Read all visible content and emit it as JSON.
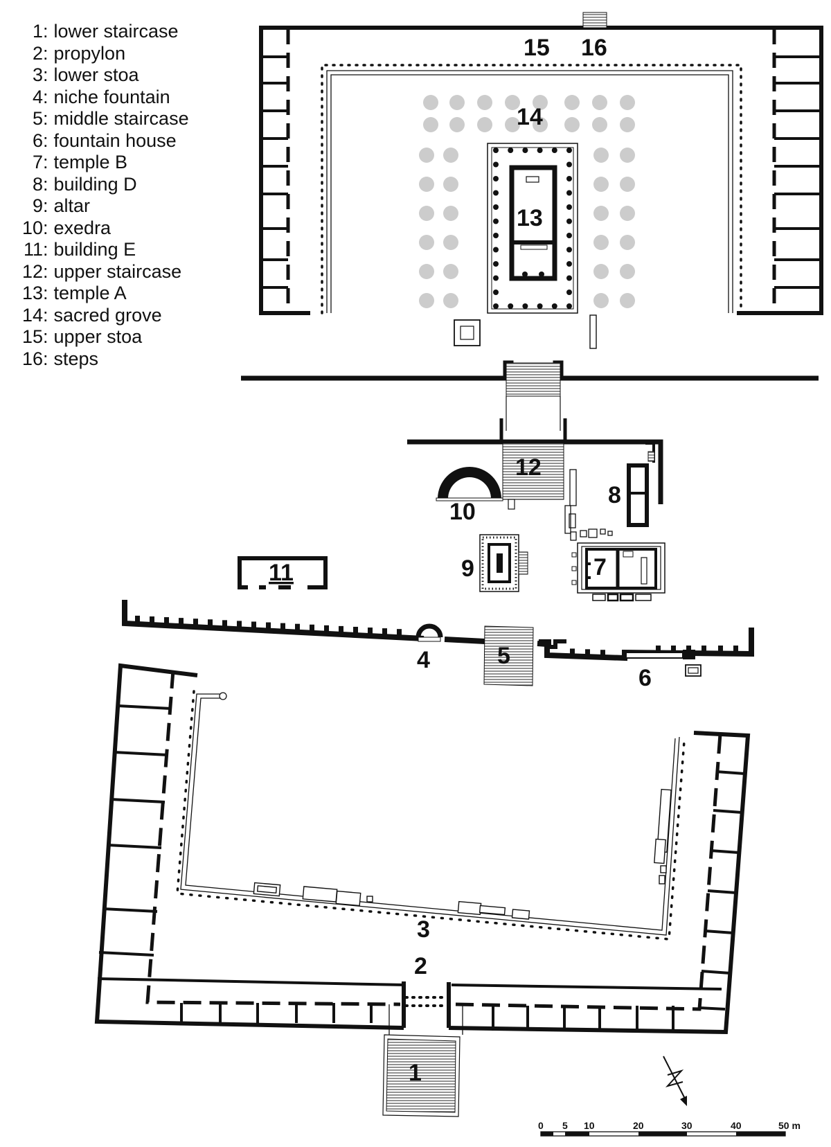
{
  "legend": [
    {
      "num": "1",
      "label": "lower staircase"
    },
    {
      "num": "2",
      "label": "propylon"
    },
    {
      "num": "3",
      "label": "lower stoa"
    },
    {
      "num": "4",
      "label": "niche fountain"
    },
    {
      "num": "5",
      "label": "middle staircase"
    },
    {
      "num": "6",
      "label": "fountain house"
    },
    {
      "num": "7",
      "label": "temple B"
    },
    {
      "num": "8",
      "label": "building D"
    },
    {
      "num": "9",
      "label": "altar"
    },
    {
      "num": "10",
      "label": "exedra"
    },
    {
      "num": "11",
      "label": "building E"
    },
    {
      "num": "12",
      "label": "upper staircase"
    },
    {
      "num": "13",
      "label": "temple A"
    },
    {
      "num": "14",
      "label": "sacred grove"
    },
    {
      "num": "15",
      "label": "upper stoa"
    },
    {
      "num": "16",
      "label": "steps"
    }
  ],
  "plan_labels": {
    "l1": "1",
    "l2": "2",
    "l3": "3",
    "l4": "4",
    "l5": "5",
    "l6": "6",
    "l7": "7",
    "l8": "8",
    "l9": "9",
    "l10": "10",
    "l11": "11",
    "l12": "12",
    "l13": "13",
    "l14": "14",
    "l15": "15",
    "l16": "16"
  },
  "scale_bar": {
    "ticks": [
      "0",
      "5",
      "10",
      "20",
      "30",
      "40",
      "50 m"
    ]
  },
  "colors": {
    "wall": "#111111",
    "grove_tree": "#cccccc",
    "stair_hatch": "#777777",
    "background": "#ffffff"
  },
  "icons": [
    "north-arrow-icon"
  ]
}
